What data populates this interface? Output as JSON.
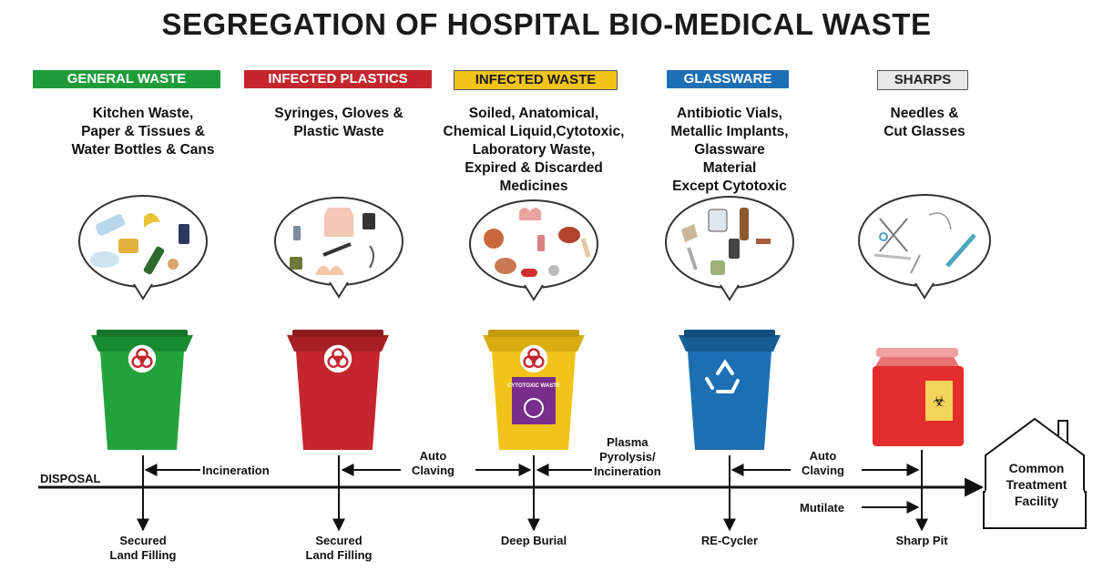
{
  "title": "SEGREGATION OF HOSPITAL BIO-MEDICAL WASTE",
  "categories": [
    {
      "badge": "GENERAL WASTE",
      "description": [
        "Kitchen Waste,",
        "Paper & Tissues &",
        "Water Bottles & Cans"
      ],
      "destination": [
        "Secured",
        "Land Filling"
      ],
      "color": "#1e9c3a"
    },
    {
      "badge": "INFECTED PLASTICS",
      "description": [
        "Syringes, Gloves &",
        "Plastic Waste"
      ],
      "destination": [
        "Secured",
        "Land Filling"
      ],
      "color": "#c4262e"
    },
    {
      "badge": "INFECTED WASTE",
      "description": [
        "Soiled, Anatomical,",
        "Chemical Liquid,Cytotoxic,",
        "Laboratory Waste,",
        "Expired & Discarded",
        "Medicines"
      ],
      "destination": [
        "Deep Burial"
      ],
      "color": "#f0c419"
    },
    {
      "badge": "GLASSWARE",
      "description": [
        "Antibiotic Vials,",
        "Metallic Implants,",
        "Glassware",
        "Material",
        "Except Cytotoxic"
      ],
      "destination": [
        "RE-Cycler"
      ],
      "color": "#1c6fb3"
    },
    {
      "badge": "SHARPS",
      "description": [
        "Needles &",
        "Cut Glasses"
      ],
      "destination": [
        "Sharp Pit"
      ],
      "color": "#e6e6e6"
    }
  ],
  "bin_labels": {
    "cytotoxic": "CYTOTOXIC WASTE"
  },
  "flow": {
    "disposal": "DISPOSAL",
    "incineration": "Incineration",
    "auto_claving_1": [
      "Auto",
      "Claving"
    ],
    "plasma": [
      "Plasma",
      "Pyrolysis/",
      "Incineration"
    ],
    "auto_claving_2": [
      "Auto",
      "Claving"
    ],
    "mutilate": "Mutilate",
    "facility": [
      "Common",
      "Treatment",
      "Facility"
    ]
  }
}
